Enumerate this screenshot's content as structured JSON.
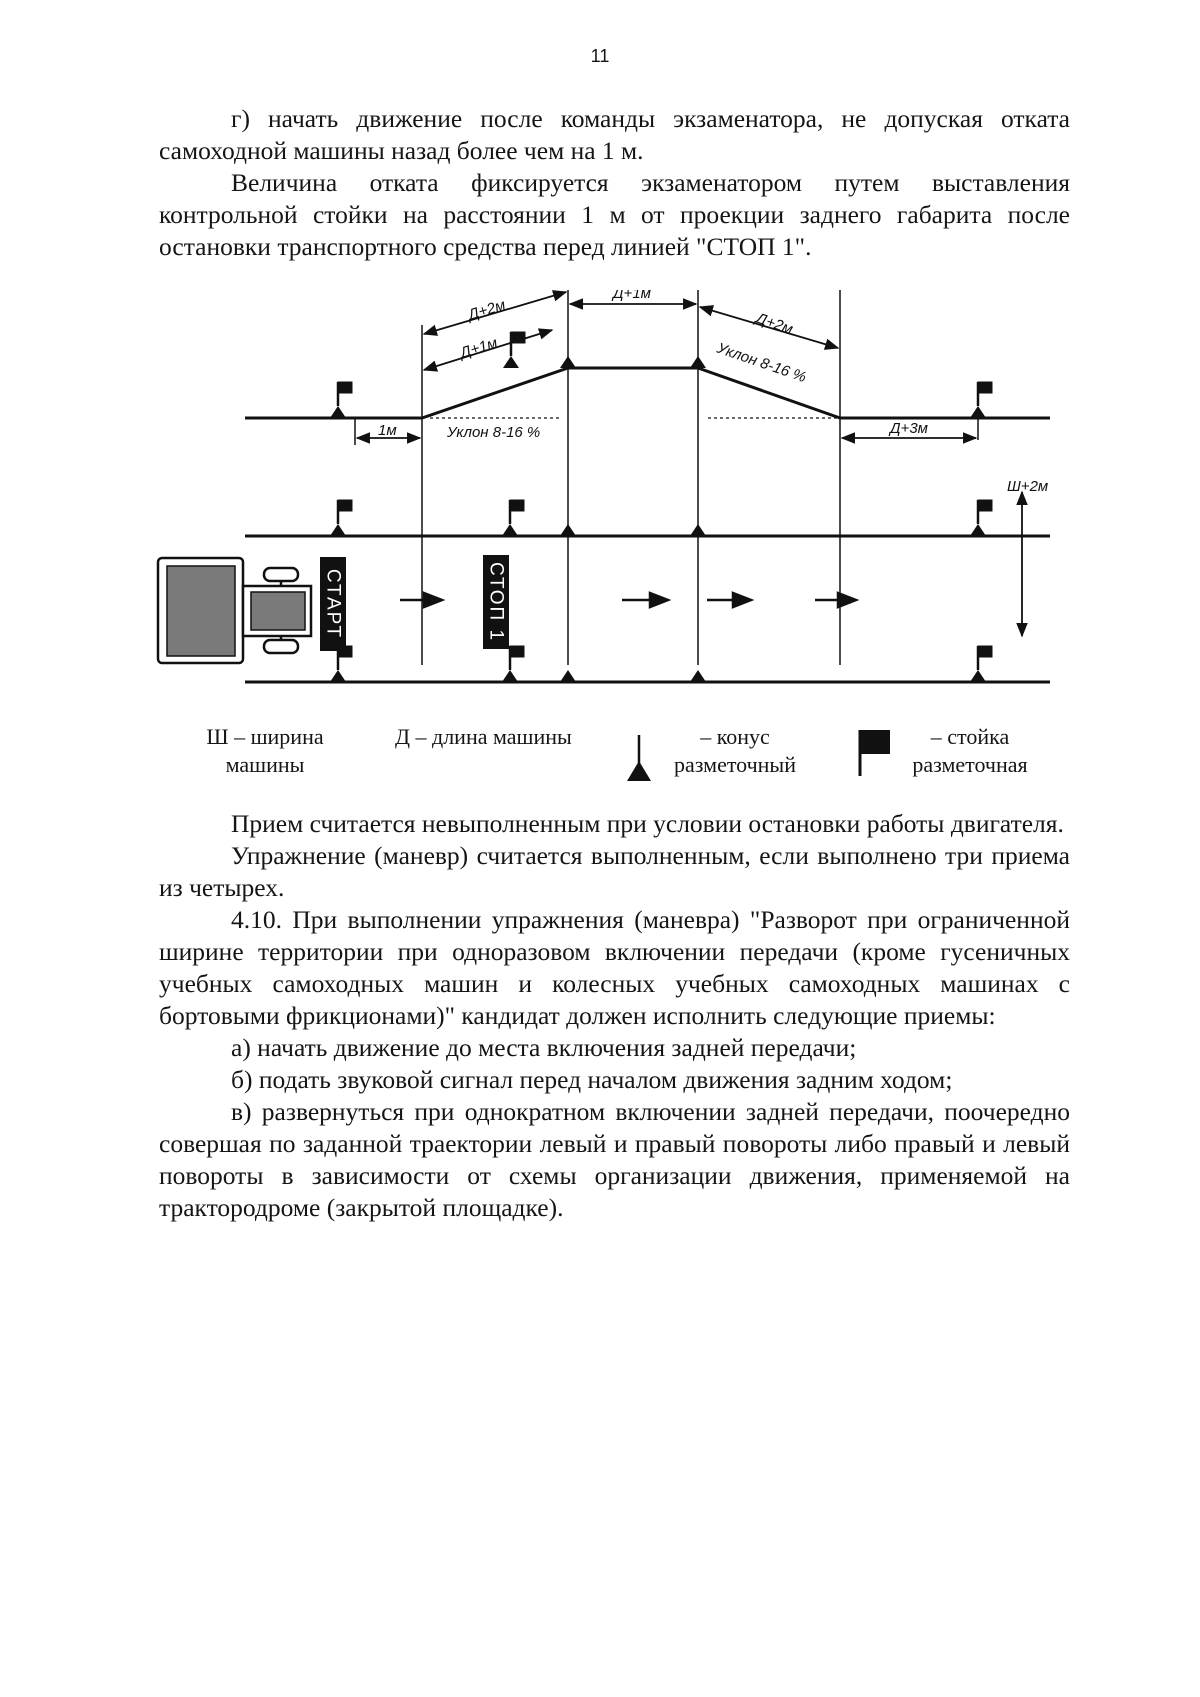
{
  "page_number": "11",
  "paragraphs_top": [
    "г) начать движение после команды экзаменатора, не допуская отката самоходной машины назад более чем на 1 м.",
    "Величина отката фиксируется экзаменатором путем выставления контрольной стойки на расстоянии 1 м от проекции заднего габарита после остановки транспортного средства перед линией \"СТОП 1\"."
  ],
  "diagram": {
    "labels": {
      "d_plus_2m_left": "Д+2м",
      "d_plus_1m_left": "Д+1м",
      "d_plus_1m_top": "Д+1м",
      "d_plus_2m_right": "Д+2м",
      "slope_right": "Уклон 8-16 %",
      "slope_left": "Уклон 8-16 %",
      "one_m": "1м",
      "d_plus_3m": "Д+3м",
      "w_plus_2m": "Ш+2м",
      "start_sign": "СТАРТ",
      "stop_sign": "СТОП 1"
    },
    "legend": {
      "width": "Ш – ширина машины",
      "length": "Д – длина машины",
      "cone": "– конус разметочный",
      "post": "– стойка разметочная"
    },
    "icons": [
      "cone-icon",
      "flag-post-icon",
      "arrow-right-icon",
      "tractor-icon"
    ]
  },
  "paragraphs_bottom": [
    "Прием считается невыполненным при условии остановки работы двигателя.",
    "Упражнение (маневр) считается выполненным, если выполнено три приема из четырех.",
    "4.10. При выполнении упражнения (маневра) \"Разворот при ограниченной ширине территории при одноразовом включении передачи (кроме гусеничных учебных самоходных машин и колесных учебных самоходных машинах с бортовыми фрикционами)\" кандидат должен исполнить следующие приемы:",
    "а) начать движение до места включения задней передачи;",
    "б) подать звуковой сигнал перед началом движения задним ходом;",
    "в) развернуться при однократном включении задней передачи, поочередно совершая по заданной траектории левый и правый повороты либо правый и левый повороты в зависимости от схемы организации движения, применяемой на трактородроме (закрытой площадке)."
  ]
}
